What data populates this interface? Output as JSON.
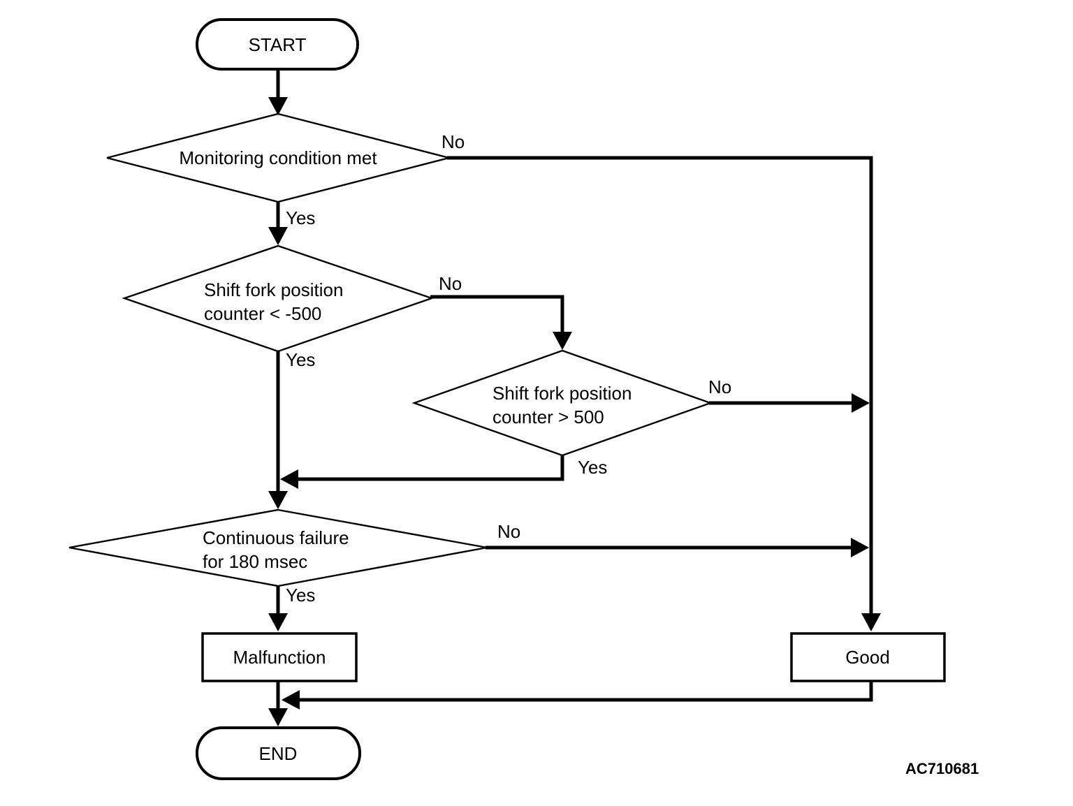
{
  "figure": {
    "code": "AC710681",
    "background_color": "#ffffff",
    "line_color": "#000000"
  },
  "nodes": {
    "start": {
      "label": "START"
    },
    "d1": {
      "label": "Monitoring condition met"
    },
    "d2": {
      "line1": "Shift fork position",
      "line2": "counter < -500"
    },
    "d3": {
      "line1": "Shift fork position",
      "line2": "counter > 500"
    },
    "d4": {
      "line1": "Continuous failure",
      "line2": "for 180 msec"
    },
    "malfunction": {
      "label": "Malfunction"
    },
    "good": {
      "label": "Good"
    },
    "end": {
      "label": "END"
    }
  },
  "edge_labels": {
    "d1_yes": "Yes",
    "d1_no": "No",
    "d2_yes": "Yes",
    "d2_no": "No",
    "d3_yes": "Yes",
    "d3_no": "No",
    "d4_yes": "Yes",
    "d4_no": "No"
  }
}
